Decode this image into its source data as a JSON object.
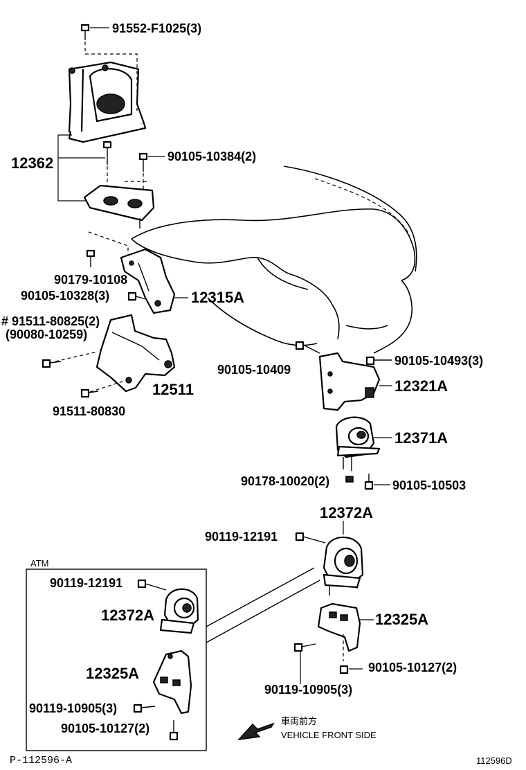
{
  "labels": {
    "p91552": "91552-F1025(3)",
    "p12362": "12362",
    "p90105_10384": "90105-10384(2)",
    "p90179_10108": "90179-10108",
    "p90105_10328": "90105-10328(3)",
    "p12315A": "12315A",
    "p91511_80825": "# 91511-80825(2)",
    "p90080_10259": "(90080-10259)",
    "p12511": "12511",
    "p91511_80830": "91511-80830",
    "p90105_10409": "90105-10409",
    "p90105_10493": "90105-10493(3)",
    "p12321A": "12321A",
    "p12371A": "12371A",
    "p90178_10020": "90178-10020(2)",
    "p90105_10503": "90105-10503",
    "p12372A": "12372A",
    "p90119_12191": "90119-12191",
    "p12325A": "12325A",
    "p90105_10127": "90105-10127(2)",
    "p90119_10905": "90119-10905(3)"
  },
  "atm_box": {
    "title": "ATM",
    "p90119_12191": "90119-12191",
    "p12372A": "12372A",
    "p12325A": "12325A",
    "p90119_10905": "90119-10905(3)",
    "p90105_10127": "90105-10127(2)"
  },
  "direction": {
    "japanese": "車両前方",
    "english": "VEHICLE FRONT SIDE"
  },
  "footer": {
    "left_code": "P-112596-A",
    "right_code": "112596D"
  }
}
